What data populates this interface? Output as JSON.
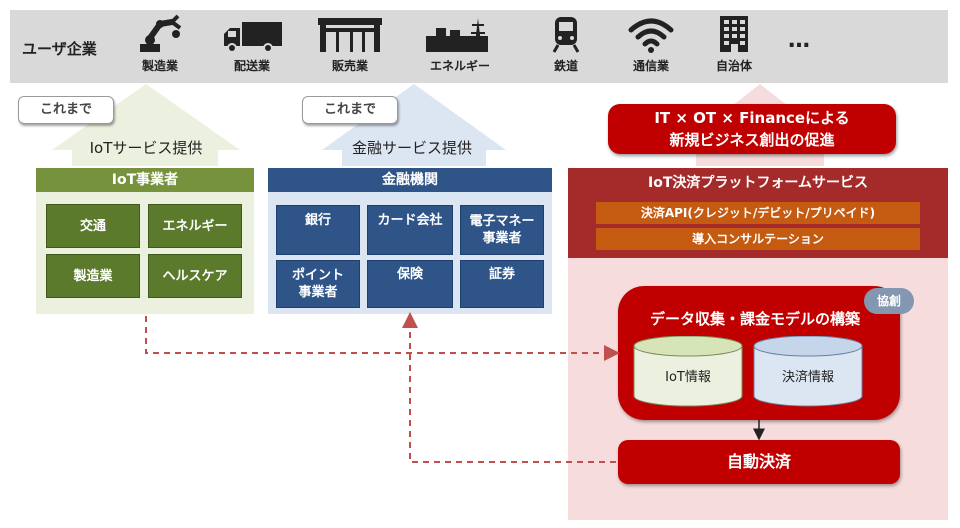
{
  "users": {
    "label": "ユーザ企業",
    "categories": [
      {
        "label": "製造業",
        "icon": "robot-arm-icon"
      },
      {
        "label": "配送業",
        "icon": "truck-icon"
      },
      {
        "label": "販売業",
        "icon": "store-icon"
      },
      {
        "label": "エネルギー",
        "icon": "power-plant-icon"
      },
      {
        "label": "鉄道",
        "icon": "train-icon"
      },
      {
        "label": "通信業",
        "icon": "wifi-icon"
      },
      {
        "label": "自治体",
        "icon": "building-icon"
      }
    ],
    "more": "…"
  },
  "iot_side": {
    "badge": "これまで",
    "arrow_label": "IoTサービス提供",
    "panel_title": "IoT事業者",
    "tiles": [
      "交通",
      "エネルギー",
      "製造業",
      "ヘルスケア"
    ]
  },
  "finance_side": {
    "badge": "これまで",
    "arrow_label": "金融サービス提供",
    "panel_title": "金融機関",
    "tiles": [
      "銀行",
      "カード会社",
      "電子マネー\n事業者",
      "ポイント\n事業者",
      "保険",
      "証券"
    ]
  },
  "platform": {
    "callout_line1": "IT × OT × Financeによる",
    "callout_line2": "新規ビジネス創出の促進",
    "title": "IoT決済プラットフォームサービス",
    "bar1": "決済API(クレジット/デビット/プリペイド)",
    "bar2": "導入コンサルテーション",
    "collab_badge": "協創",
    "model_title": "データ収集・課金モデルの構築",
    "db_iot": "IoT情報",
    "db_payment": "決済情報",
    "auto_payment": "自動決済"
  },
  "colors": {
    "green_dark": "#76923c",
    "green_light": "#ebf1de",
    "blue_dark": "#2f5488",
    "blue_light": "#dce6f2",
    "red": "#c00000",
    "red_dark": "#a52a2a",
    "pink_light": "#f6dcdc",
    "orange": "#c55a11"
  }
}
